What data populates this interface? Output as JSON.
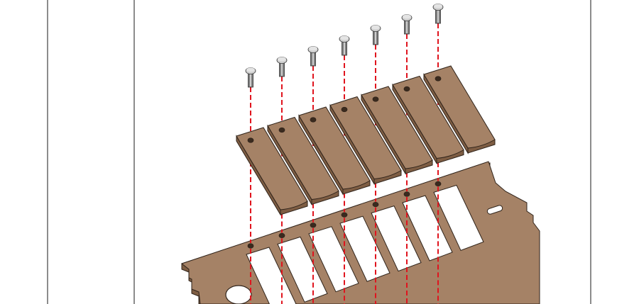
{
  "diagram": {
    "kind": "exploded-assembly",
    "rivet_count": 7,
    "slat_count": 7,
    "colors": {
      "wood_top": "#a58266",
      "wood_edge": "#7e5d43",
      "outline": "#2f231a",
      "rivet_light": "#cfcfcf",
      "rivet_dark": "#7f7f7f",
      "axis_line": "#e0141e",
      "frame_line": "#1a1a1a",
      "background": "#ffffff"
    }
  }
}
